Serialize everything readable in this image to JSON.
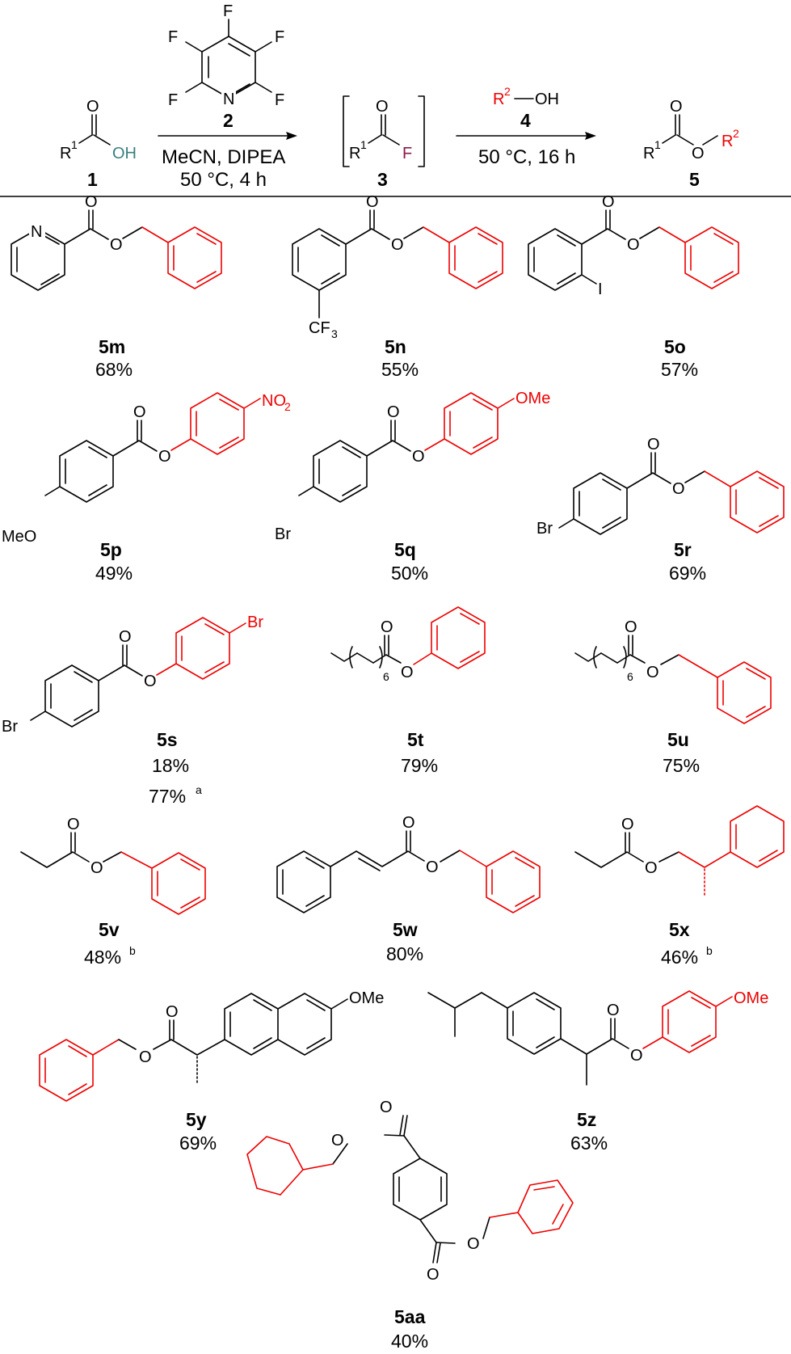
{
  "scheme": {
    "reagent_2": {
      "number": "2",
      "atoms": [
        "F",
        "F",
        "F",
        "F",
        "F",
        "N"
      ]
    },
    "step1_conditions": {
      "line1": "MeCN, DIPEA",
      "line2": "50 °C, 4 h"
    },
    "step2_reagent": {
      "r": "R",
      "sup": "2",
      "dash_oh": "—OH",
      "number": "4"
    },
    "step2_conditions": {
      "line1": "50 °C, 16 h"
    },
    "compound_1": {
      "number": "1",
      "r": "R",
      "r_sup": "1",
      "o": "O",
      "oh": "OH",
      "oh_color": "#3a7f7f"
    },
    "compound_3": {
      "number": "3",
      "r": "R",
      "r_sup": "1",
      "o": "O",
      "f": "F",
      "f_color": "#8b1a4a"
    },
    "compound_5": {
      "number": "5",
      "r1": "R",
      "r1_sup": "1",
      "o": "O",
      "o2": "O",
      "r2": "R",
      "r2_sup": "2"
    },
    "accent_color": "#ee0000"
  },
  "products": [
    {
      "id": "5m",
      "yield": "68%"
    },
    {
      "id": "5n",
      "yield": "55%",
      "substituent": "CF",
      "substituent_sub": "3"
    },
    {
      "id": "5o",
      "yield": "57%",
      "substituent": "I"
    },
    {
      "id": "5p",
      "yield": "49%",
      "substituent_left": "MeO",
      "substituent_right": "NO",
      "substituent_right_sub": "2"
    },
    {
      "id": "5q",
      "yield": "50%",
      "substituent_left": "Br",
      "substituent_right": "OMe"
    },
    {
      "id": "5r",
      "yield": "69%",
      "substituent_left": "Br"
    },
    {
      "id": "5s",
      "yield": "18%",
      "yield2": "77%",
      "yield2_note": "a",
      "substituent_left": "Br",
      "substituent_right": "Br"
    },
    {
      "id": "5t",
      "yield": "79%",
      "chain_repeat": "6"
    },
    {
      "id": "5u",
      "yield": "75%",
      "chain_repeat": "6"
    },
    {
      "id": "5v",
      "yield": "48%",
      "note": "b"
    },
    {
      "id": "5w",
      "yield": "80%"
    },
    {
      "id": "5x",
      "yield": "46%",
      "note": "b"
    },
    {
      "id": "5y",
      "yield": "69%",
      "substituent": "OMe"
    },
    {
      "id": "5z",
      "yield": "63%",
      "substituent": "OMe"
    },
    {
      "id": "5aa",
      "yield": "40%"
    }
  ],
  "atoms": {
    "O": "O",
    "N": "N"
  }
}
